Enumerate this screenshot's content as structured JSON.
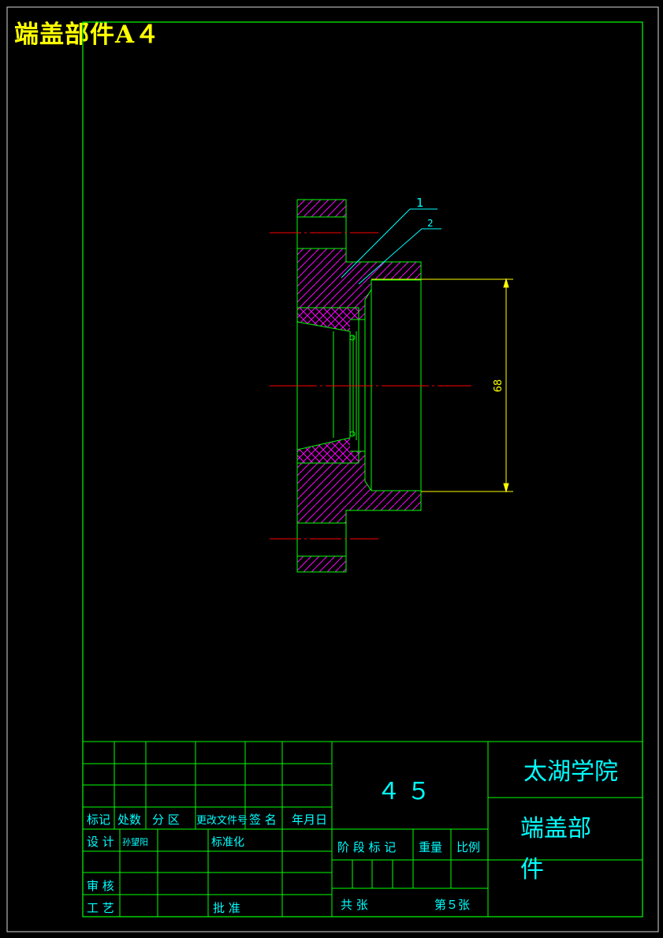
{
  "drawing": {
    "title": "端盖部件A４",
    "colors": {
      "border": "#00ff00",
      "part_hatch": "#ff00ff",
      "centerline": "#ff0000",
      "dimension": "#ffff00",
      "text": "#00ffff",
      "title": "#ffff00"
    }
  },
  "callouts": {
    "c1": "1",
    "c2": "2"
  },
  "dimensions": {
    "d1": "68"
  },
  "title_block": {
    "material": "４５",
    "school": "太湖学院",
    "part_name_line1": "端盖部",
    "part_name_line2": "件",
    "revision_headers": [
      "标记",
      "处数",
      "分 区",
      "更改文件号",
      "签 名",
      "年月日"
    ],
    "design_label": "设 计",
    "designer": "孙望阳",
    "standardize_label": "标准化",
    "review_label": "审 核",
    "process_label": "工 艺",
    "approve_label": "批 准",
    "stage_label": "阶 段 标 记",
    "weight_label": "重量",
    "scale_label": "比例",
    "total_label": "共    张",
    "sheet_label": "第５张"
  }
}
